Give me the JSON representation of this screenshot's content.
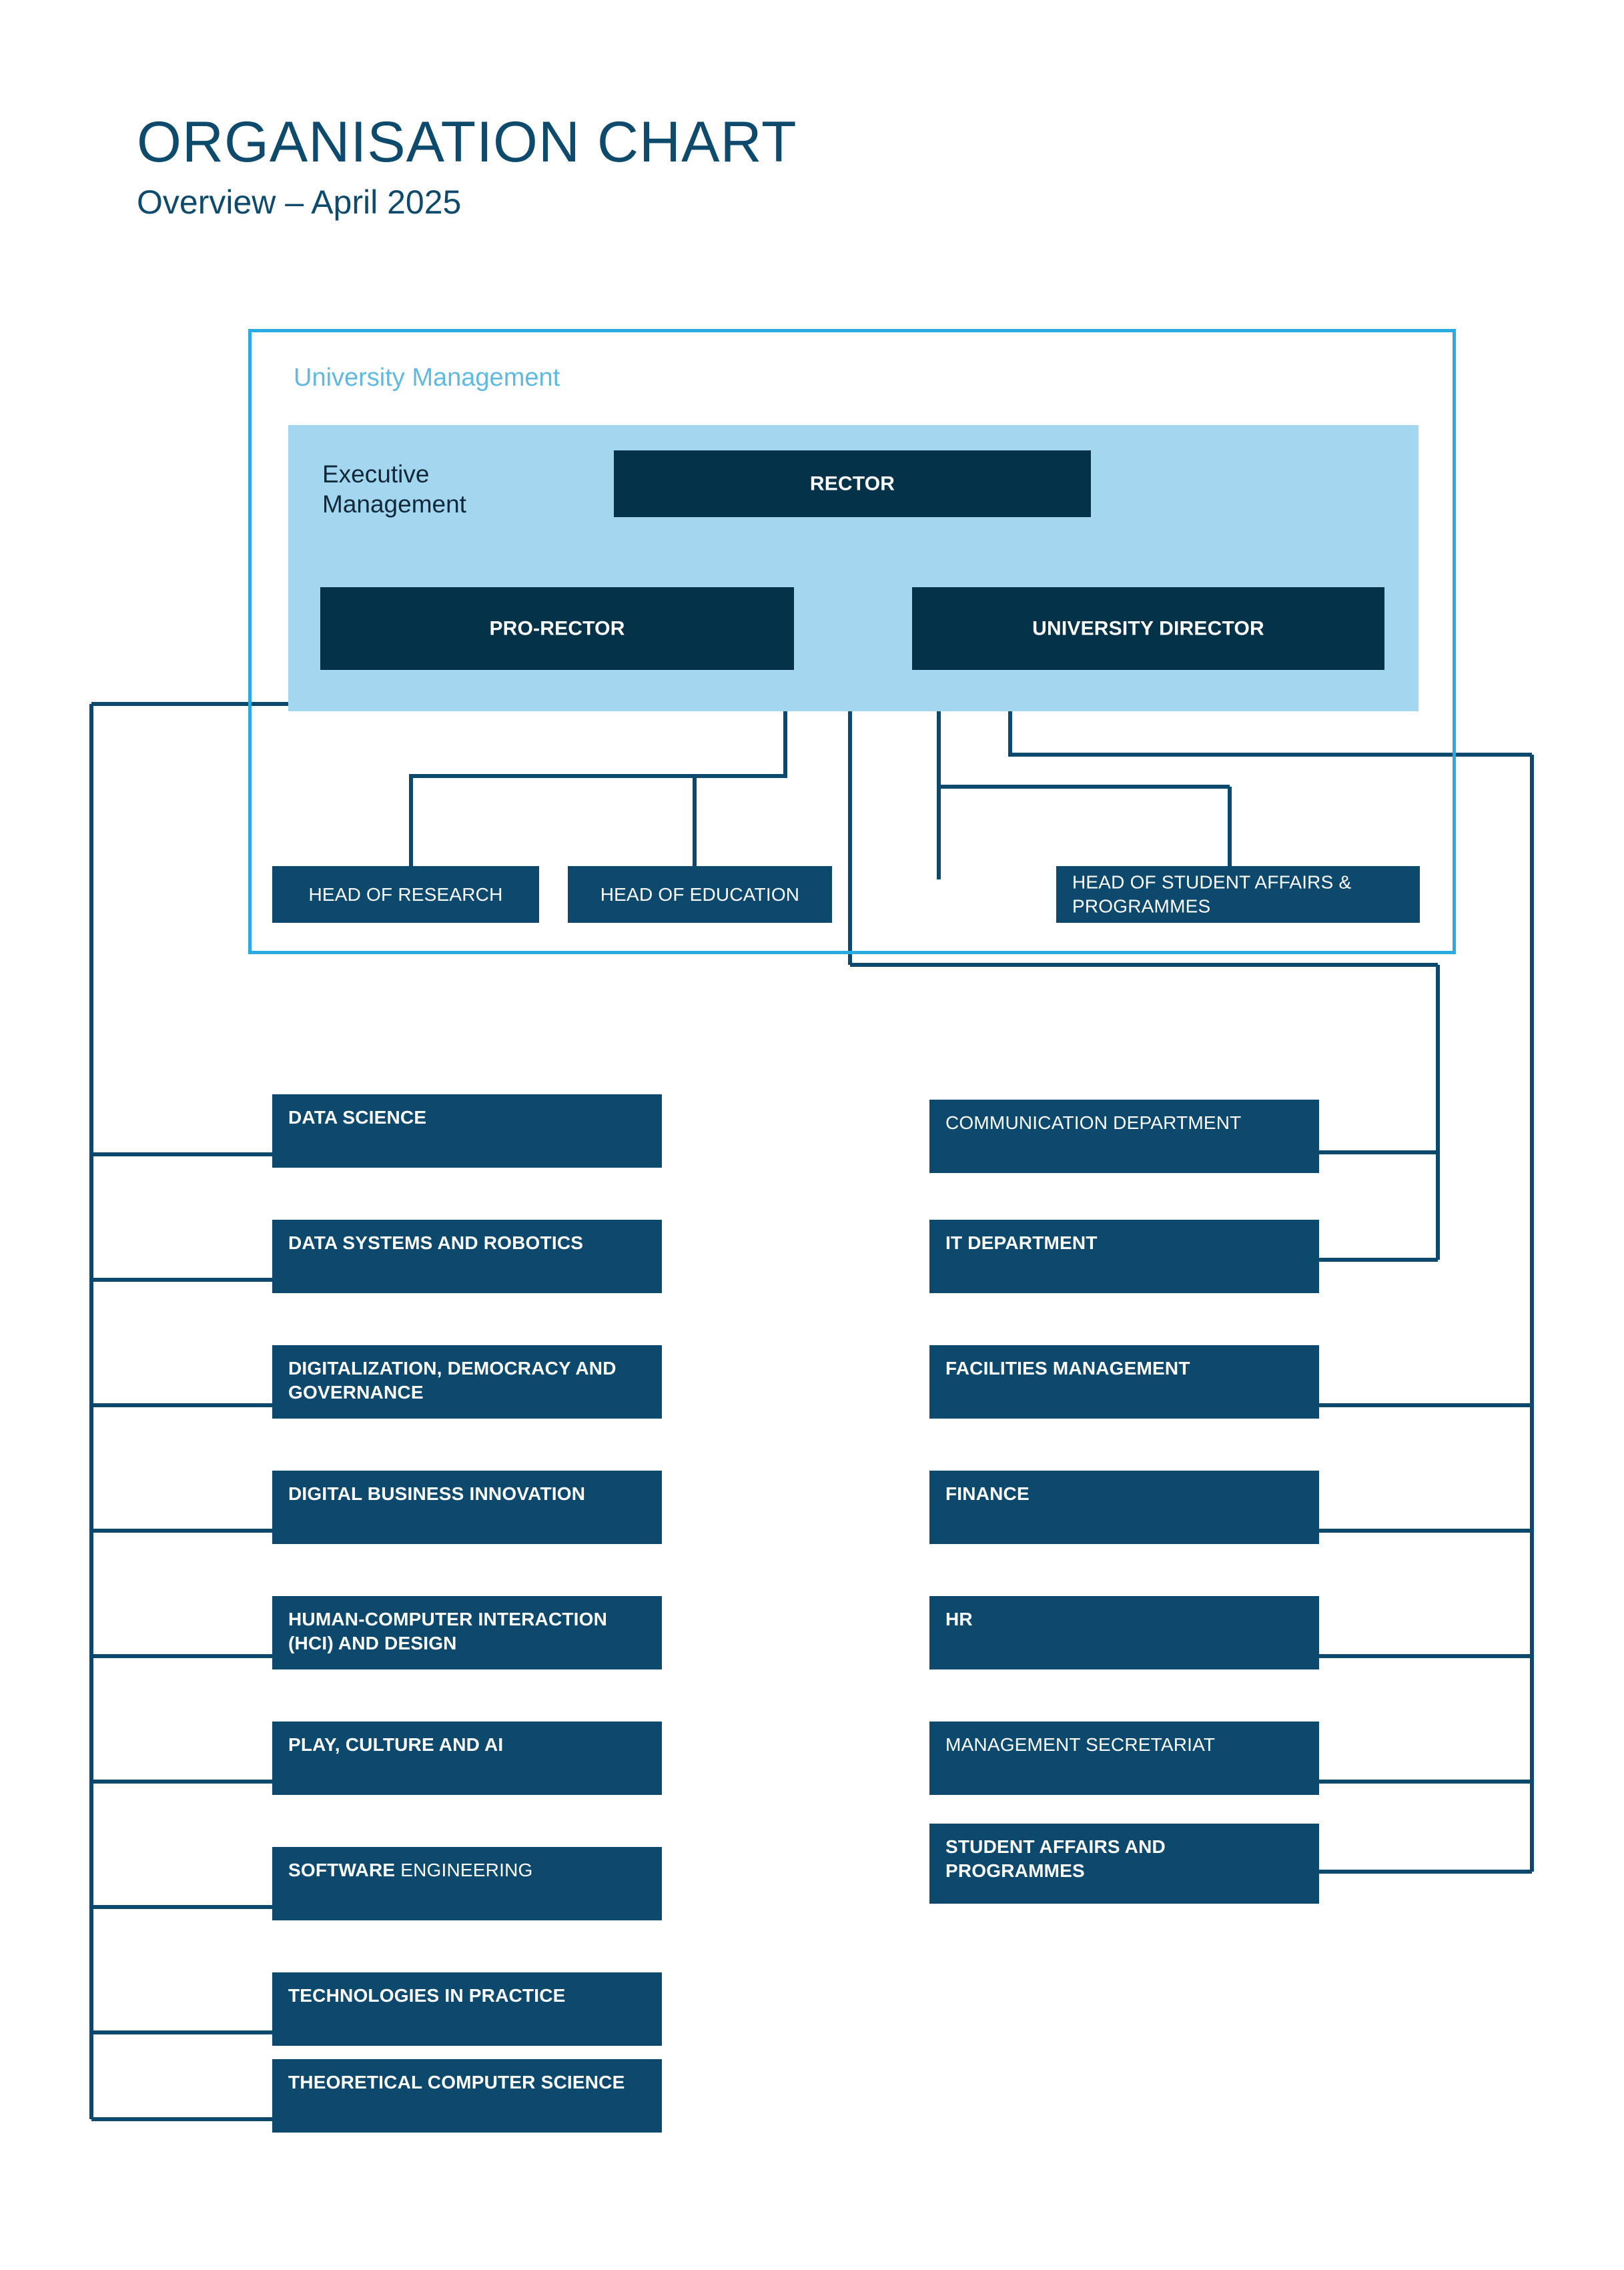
{
  "header": {
    "title": "ORGANISATION CHART",
    "subtitle": "Overview – April 2025"
  },
  "colors": {
    "frame_border": "#29abe2",
    "panel_bg": "#a3d7f0",
    "executive_box": "#033249",
    "department_box": "#0d496d",
    "connector_line": "#0d496d",
    "title_text": "#0d4a6b",
    "frame_label_text": "#5fb9e0"
  },
  "frame": {
    "label": "University Management"
  },
  "executive": {
    "label": "Executive Management",
    "boxes": [
      {
        "id": "rector",
        "label": "RECTOR"
      },
      {
        "id": "pro-rector",
        "label": "PRO-RECTOR"
      },
      {
        "id": "university-director",
        "label": "UNIVERSITY DIRECTOR"
      }
    ]
  },
  "heads": [
    {
      "id": "head-of-research",
      "label": "HEAD OF RESEARCH"
    },
    {
      "id": "head-of-education",
      "label": "HEAD OF EDUCATION"
    },
    {
      "id": "head-of-student-affairs-and-programmes",
      "label": "HEAD OF STUDENT AFFAIRS & PROGRAMMES"
    }
  ],
  "departments": {
    "left_column": [
      {
        "id": "data-science",
        "label": "DATA SCIENCE",
        "weight": "bold"
      },
      {
        "id": "data-systems-and-robotics",
        "label": "DATA SYSTEMS  AND ROBOTICS",
        "weight": "bold"
      },
      {
        "id": "digitalization-democracy-and-governance",
        "label": "DIGITALIZATION, DEMOCRACY AND GOVERNANCE",
        "weight": "bold"
      },
      {
        "id": "digital-business-innovation",
        "label": "DIGITAL BUSINESS INNOVATION",
        "weight": "bold"
      },
      {
        "id": "human-computer-interaction-hci-and-design",
        "label": "HUMAN-COMPUTER INTERACTION (HCI) AND DESIGN",
        "weight": "bold"
      },
      {
        "id": "play-culture-and-ai",
        "label": "PLAY, CULTURE AND AI",
        "weight": "bold"
      },
      {
        "id": "software-engineering",
        "label": "SOFTWARE ENGINEERING",
        "weight": "mixed",
        "bold_part": "SOFTWARE",
        "regular_part": " ENGINEERING"
      },
      {
        "id": "technologies-in-practice",
        "label": "TECHNOLOGIES IN PRACTICE",
        "weight": "bold"
      },
      {
        "id": "theoretical-computer-science",
        "label": "THEORETICAL COMPUTER SCIENCE",
        "weight": "bold"
      }
    ],
    "right_column": [
      {
        "id": "communication-department",
        "label": "COMMUNICATION DEPARTMENT",
        "weight": "regular"
      },
      {
        "id": "it-department",
        "label": "IT DEPARTMENT",
        "weight": "bold"
      },
      {
        "id": "facilities-management",
        "label": "FACILITIES MANAGEMENT",
        "weight": "bold"
      },
      {
        "id": "finance",
        "label": "FINANCE",
        "weight": "bold"
      },
      {
        "id": "hr",
        "label": "HR",
        "weight": "bold"
      },
      {
        "id": "management-secretariat",
        "label": "MANAGEMENT SECRETARIAT",
        "weight": "regular"
      },
      {
        "id": "student-affairs-and-programmes",
        "label": "STUDENT AFFAIRS AND PROGRAMMES",
        "weight": "bold"
      }
    ]
  }
}
